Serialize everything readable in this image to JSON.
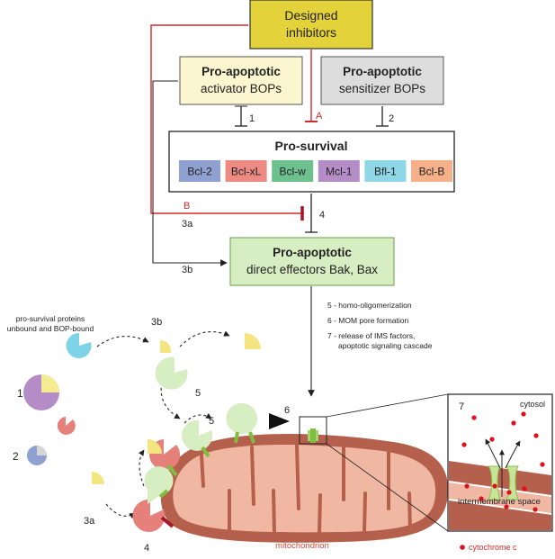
{
  "boxes": {
    "designed_inhibitors": "Designed\ninhibitors",
    "activator_title": "Pro-apoptotic",
    "activator_sub": "activator BOPs",
    "sensitizer_title": "Pro-apoptotic",
    "sensitizer_sub": "sensitizer BOPs",
    "prosurvival_title": "Pro-survival",
    "effectors_title": "Pro-apoptotic",
    "effectors_sub": "direct effectors Bak, Bax"
  },
  "proteins": [
    {
      "label": "Bcl-2",
      "color": "#8fa1d1"
    },
    {
      "label": "Bcl-xL",
      "color": "#ee8a84"
    },
    {
      "label": "Bcl-w",
      "color": "#6fc08f"
    },
    {
      "label": "Mcl-1",
      "color": "#b58dc6"
    },
    {
      "label": "Bfl-1",
      "color": "#8fd6e6"
    },
    {
      "label": "Bcl-B",
      "color": "#f5b08a"
    }
  ],
  "arrow_labels": {
    "one": "1",
    "two": "2",
    "A": "A",
    "B": "B",
    "four": "4",
    "three_a": "3a",
    "three_b": "3b"
  },
  "legend_steps": [
    "5 - homo-oligomerization",
    "6 - MOM pore formation",
    "7 - release of IMS factors,",
    "apoptotic signaling cascade"
  ],
  "illustration": {
    "pro_survival_label_1": "pro-survival proteins",
    "pro_survival_label_2": "unbound and BOP-bound",
    "n1": "1",
    "n2": "2",
    "n3a": "3a",
    "n3b": "3b",
    "n4": "4",
    "n5a": "5",
    "n5b": "5",
    "n6": "6",
    "n7": "7",
    "cytosol": "cytosol",
    "intermembrane": "intermembrane space",
    "mitochondrion": "mitochondrion",
    "cytochrome": "cytochrome c"
  },
  "colors": {
    "inhibitor_yellow": "#e3d23a",
    "activator_fill": "#fbf6cf",
    "sensitizer_fill": "#dddddd",
    "effector_fill": "#d7edc2",
    "red_line": "#d12a2a",
    "mito_outer": "#b5604c",
    "mito_inner": "#f0b8a2"
  }
}
